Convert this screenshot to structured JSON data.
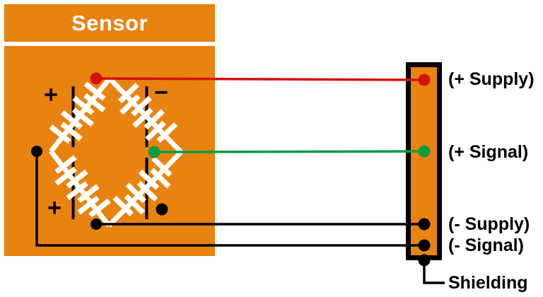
{
  "sensor": {
    "title": "Sensor",
    "marks": {
      "top_left": "+",
      "top_right": "−",
      "bottom_left": "+"
    }
  },
  "connector": {
    "terminals": [
      {
        "label": "(+ Supply)",
        "wire_color": "#D5100F"
      },
      {
        "label": "(+ Signal)",
        "wire_color": "#0D9B43"
      },
      {
        "label": "(- Supply)",
        "wire_color": "#000000"
      },
      {
        "label": "(- Signal)",
        "wire_color": "#000000"
      },
      {
        "label": "Shielding",
        "wire_color": "#000000"
      }
    ]
  },
  "colors": {
    "brand_orange": "#E9830F",
    "wire_red": "#D5100F",
    "wire_green": "#0D9B43",
    "wire_black": "#000000",
    "gauge_white": "#FFFFFF"
  }
}
